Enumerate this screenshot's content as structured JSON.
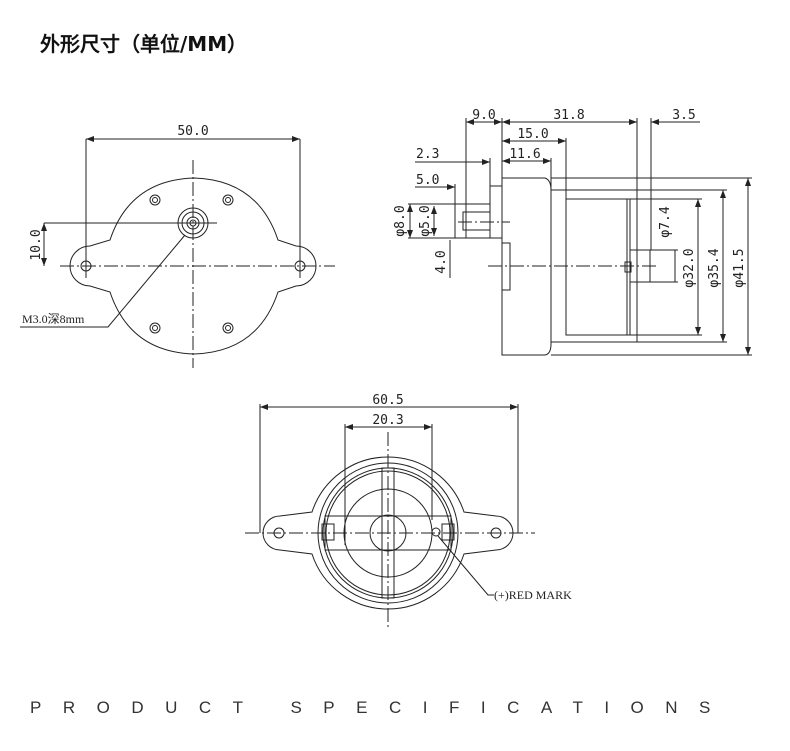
{
  "title": "外形尺寸（单位/MM）",
  "footer": "PRODUCT SPECIFICATIONS",
  "front_view": {
    "width": "50.0",
    "offset": "10.0",
    "thread_note": "M3.0深8mm"
  },
  "side_view": {
    "d_9_0": "9.0",
    "d_31_8": "31.8",
    "d_3_5": "3.5",
    "d_15_0": "15.0",
    "d_11_6": "11.6",
    "d_2_3": "2.3",
    "d_5_0": "5.0",
    "d_4_0": "4.0",
    "dia_8_0": "φ8.0",
    "dia_5_0": "φ5.0",
    "dia_7_4": "φ7.4",
    "dia_32_0": "φ32.0",
    "dia_35_4": "φ35.4",
    "dia_41_5": "φ41.5"
  },
  "rear_view": {
    "width": "60.5",
    "terminal_span": "20.3",
    "red_mark": "(+)RED MARK"
  }
}
